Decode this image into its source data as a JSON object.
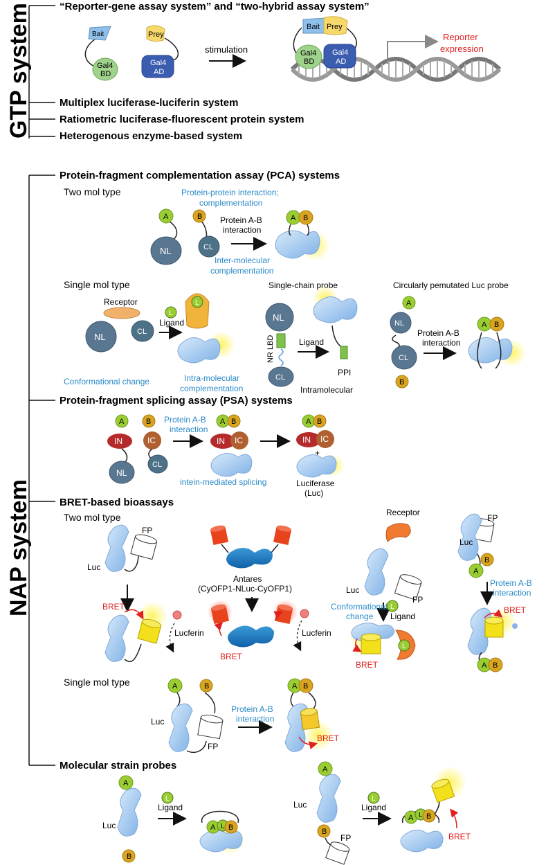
{
  "gtp": {
    "vertical_label": "GTP system",
    "header": "“Reporter-gene assay system” and “two-hybrid assay system”",
    "bait": "Bait",
    "prey": "Prey",
    "gal4_bd_line1": "Gal4",
    "gal4_bd_line2": "BD",
    "gal4_ad_line1": "Gal4",
    "gal4_ad_line2": "AD",
    "stimulation": "stimulation",
    "reporter_line1": "Reporter",
    "reporter_line2": "expression",
    "item1": "Multiplex luciferase-luciferin system",
    "item2": "Ratiometric luciferase-fluorescent protein system",
    "item3": "Heterogenous enzyme-based system"
  },
  "nap": {
    "vertical_label": "NAP system",
    "pca": {
      "header": "Protein-fragment complementation assay (PCA) systems",
      "two_mol": "Two mol type",
      "single_mol": "Single mol type",
      "ppi_line1": "Protein-protein interaction;",
      "ppi_line2": "complementation",
      "ab_line1": "Protein A-B",
      "ab_line2": "interaction",
      "inter_line1": "Inter-molecular",
      "inter_line2": "complementation",
      "receptor": "Receptor",
      "ligand": "Ligand",
      "conf_change": "Conformational change",
      "intra_line1": "Intra-molecular",
      "intra_line2": "complementation",
      "single_chain": "Single-chain probe",
      "nrlbd": "NR LBD",
      "ppi": "PPI",
      "intramolecular": "Intramolecular",
      "circ": "Circularly pemutated Luc probe",
      "nl": "NL",
      "cl": "CL",
      "a": "A",
      "b": "B",
      "l": "L"
    },
    "psa": {
      "header": "Protein-fragment splicing assay (PSA) systems",
      "ab_line1": "Protein A-B",
      "ab_line2": "interaction",
      "intein": "intein-mediated splicing",
      "in": "IN",
      "ic": "IC",
      "plus": "+",
      "luc_line1": "Luciferase",
      "luc_line2": "(Luc)"
    },
    "bret": {
      "header": "BRET-based bioassays",
      "two_mol": "Two mol type",
      "single_mol": "Single mol type",
      "fp": "FP",
      "luc": "Luc",
      "bret": "BRET",
      "lucferin": "Lucferin",
      "antares_line1": "Antares",
      "antares_line2": "(CyOFP1-NLuc-CyOFP1)",
      "receptor": "Receptor",
      "conf_line1": "Conformational",
      "conf_line2": "change",
      "ligand": "Ligand",
      "ab_line1": "Protein A-B",
      "ab_line2": "interaction"
    },
    "strain": {
      "header": "Molecular strain probes",
      "ligand": "Ligand",
      "luc": "Luc",
      "fp": "FP",
      "bret": "BRET"
    }
  },
  "colors": {
    "blue_text": "#2a8ac8",
    "red_text": "#e02020",
    "luc_blue": "#a6cdf2",
    "nl_slate": "#5a7791",
    "green_a": "#9acd32",
    "gold_b": "#d9a520",
    "red_in": "#b52a2a",
    "brown_ic": "#b06030",
    "orange_fp": "#e8431c"
  }
}
